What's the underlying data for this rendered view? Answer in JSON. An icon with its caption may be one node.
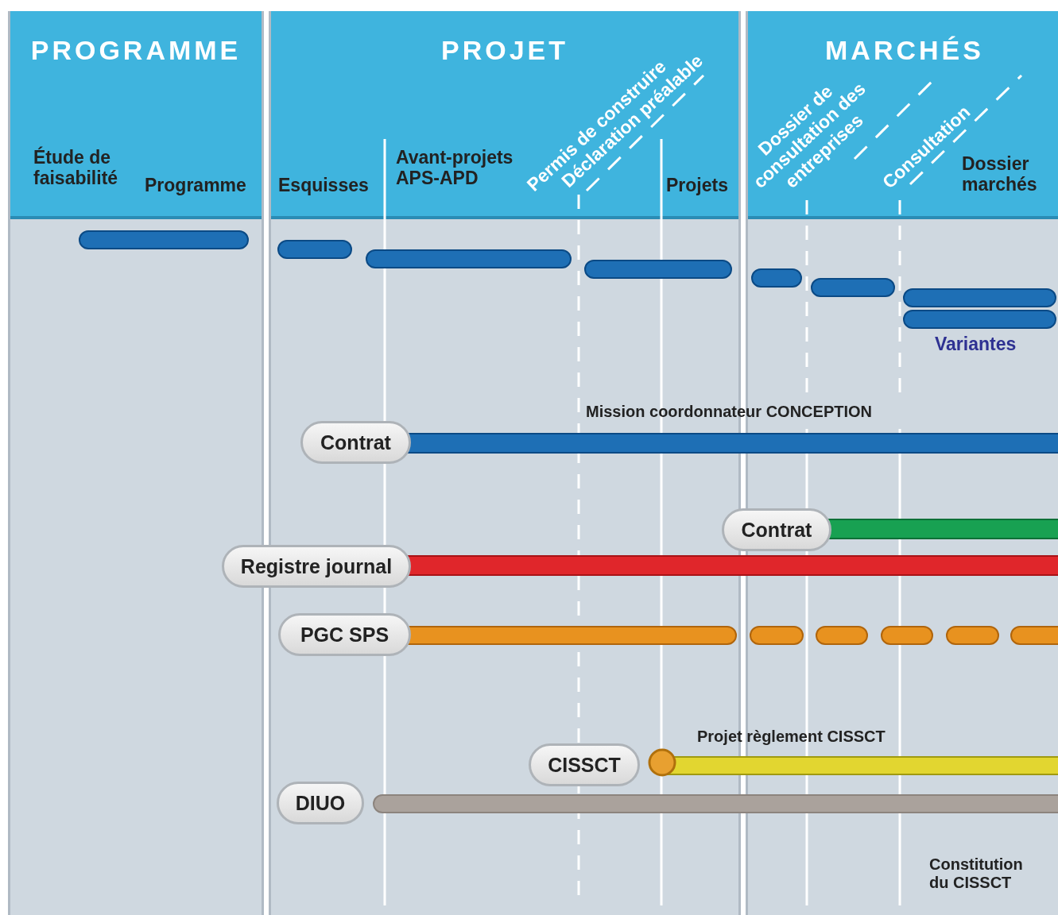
{
  "diagram": {
    "nodes": [
      {
        "text": [
          "PROGRAMME"
        ]
      },
      {
        "text": [
          "PROJET"
        ]
      },
      {
        "text": [
          "MARCHÉS"
        ]
      },
      {
        "text": [
          "Contrat"
        ],
        "in": 1
      },
      {
        "text": [
          "Contrat"
        ]
      },
      {
        "text": [
          "Registre journal"
        ]
      },
      {
        "text": [
          "PGC SPS"
        ],
        "in": 1
      },
      {
        "text": [
          "CISSCT"
        ],
        "in": 1
      },
      {
        "text": [
          "DIUO"
        ],
        "in": 1
      }
    ],
    "labels": [
      "Étude de faisabilité",
      "Programme",
      "Esquisses",
      "Avant-projets APS-APD",
      "Permis de construire",
      "Déclaration préalable",
      "Projets",
      "Dossier de consultation des entreprises",
      "Consultation",
      "Dossier marchés",
      "Variantes",
      "Mission coordonnateur CONCEPTION",
      "Projet règlement CISSCT",
      "Constitution du CISSCT"
    ]
  }
}
